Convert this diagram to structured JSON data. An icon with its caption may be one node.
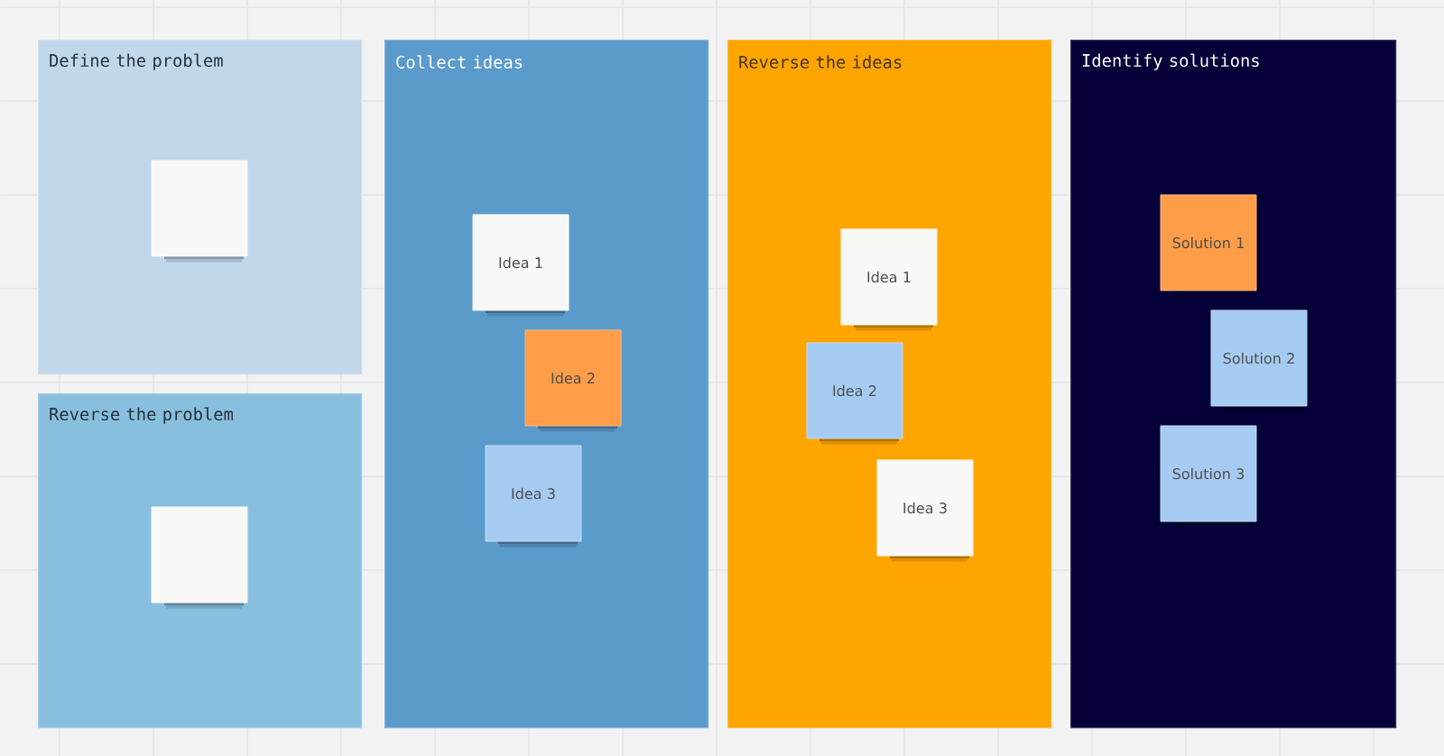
{
  "diagram": {
    "nodes": [
      {
        "text": [
          "Define the problem"
        ]
      },
      {
        "text": [],
        "shape": "box",
        "in": 0
      },
      {
        "text": [
          "Reverse the problem"
        ]
      },
      {
        "text": [],
        "shape": "box",
        "in": 2
      },
      {
        "text": [
          "Collect ideas"
        ]
      },
      {
        "text": [
          "Idea 1"
        ],
        "in": 4
      },
      {
        "text": [
          "Idea 2"
        ],
        "in": 4
      },
      {
        "text": [
          "Idea 3"
        ],
        "in": 4
      },
      {
        "text": [
          "Reverse the ideas"
        ]
      },
      {
        "text": [
          "Idea 1"
        ],
        "in": 8
      },
      {
        "text": [
          "Idea 2"
        ],
        "in": 8
      },
      {
        "text": [
          "Idea 3"
        ],
        "in": 8
      },
      {
        "text": [
          "Identify solutions"
        ]
      },
      {
        "text": [
          "Solution 1"
        ],
        "in": 12
      },
      {
        "text": [
          "Solution 2"
        ],
        "in": 12
      },
      {
        "text": [
          "Solution 3"
        ],
        "in": 12
      }
    ]
  }
}
